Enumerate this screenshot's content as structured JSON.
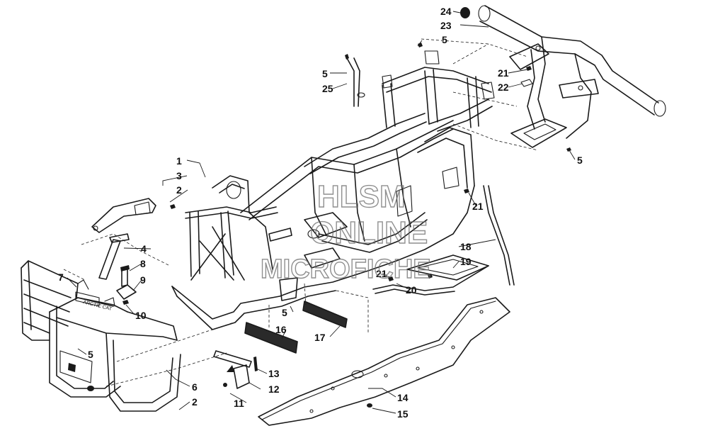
{
  "watermark": {
    "line1": "HLSM",
    "line2": "ONLINE",
    "line3": "MICROFICHE"
  },
  "callouts": [
    {
      "id": "c1",
      "label": "1"
    },
    {
      "id": "c2a",
      "label": "2"
    },
    {
      "id": "c2b",
      "label": "2"
    },
    {
      "id": "c3",
      "label": "3"
    },
    {
      "id": "c4",
      "label": "4"
    },
    {
      "id": "c5a",
      "label": "5"
    },
    {
      "id": "c5b",
      "label": "5"
    },
    {
      "id": "c5c",
      "label": "5"
    },
    {
      "id": "c5d",
      "label": "5"
    },
    {
      "id": "c5e",
      "label": "5"
    },
    {
      "id": "c6",
      "label": "6"
    },
    {
      "id": "c7",
      "label": "7"
    },
    {
      "id": "c8",
      "label": "8"
    },
    {
      "id": "c9",
      "label": "9"
    },
    {
      "id": "c10",
      "label": "10"
    },
    {
      "id": "c11",
      "label": "11"
    },
    {
      "id": "c12",
      "label": "12"
    },
    {
      "id": "c13",
      "label": "13"
    },
    {
      "id": "c14",
      "label": "14"
    },
    {
      "id": "c15",
      "label": "15"
    },
    {
      "id": "c16",
      "label": "16"
    },
    {
      "id": "c17",
      "label": "17"
    },
    {
      "id": "c18",
      "label": "18"
    },
    {
      "id": "c19",
      "label": "19"
    },
    {
      "id": "c20",
      "label": "20"
    },
    {
      "id": "c21a",
      "label": "21"
    },
    {
      "id": "c21b",
      "label": "21"
    },
    {
      "id": "c21c",
      "label": "21"
    },
    {
      "id": "c22",
      "label": "22"
    },
    {
      "id": "c23",
      "label": "23"
    },
    {
      "id": "c24",
      "label": "24"
    },
    {
      "id": "c25",
      "label": "25"
    }
  ],
  "bumper_stamp": "ARCTIC CAT"
}
